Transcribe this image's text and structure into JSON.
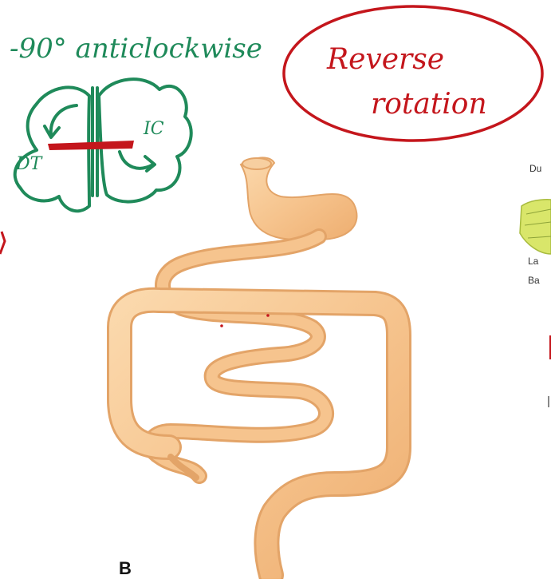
{
  "annotations": {
    "rotation_note": "-90° anticlockwise",
    "reverse_title_line1": "Reverse",
    "reverse_title_line2": "rotation",
    "label_left": "DT",
    "label_right": "IC"
  },
  "figure": {
    "label": "B"
  },
  "side_panel": {
    "text_top": "Du",
    "text_middle_1": "La",
    "text_middle_2": "Ba"
  },
  "colors": {
    "annotation_green": "#1f8a5a",
    "annotation_red": "#c4161c",
    "gut_fill": "#f6c48e",
    "gut_outline": "#e3a468"
  }
}
